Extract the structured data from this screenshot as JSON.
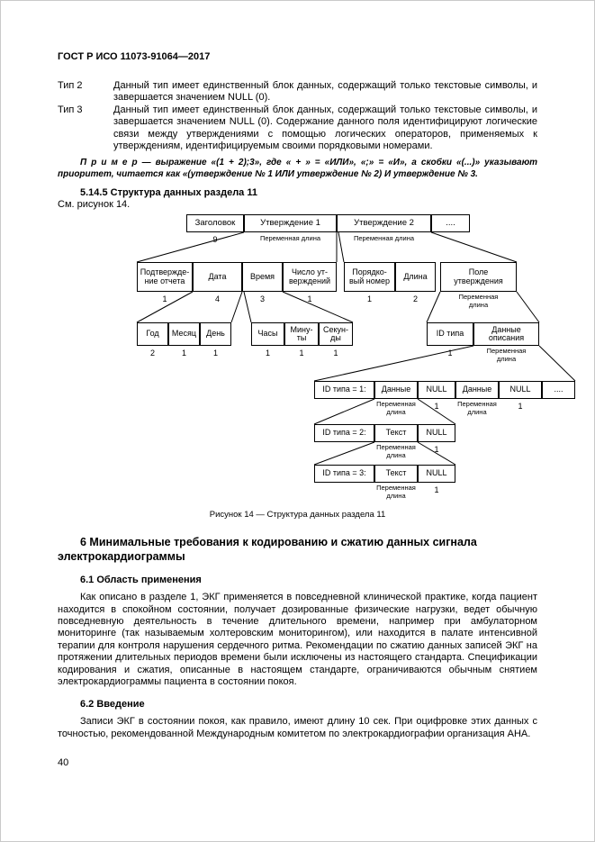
{
  "page": {
    "header": "ГОСТ Р ИСО 11073-91064—2017",
    "page_number": "40"
  },
  "type_defs": [
    {
      "term": "Тип 2",
      "text": "Данный тип имеет единственный блок данных, содержащий только текстовые символы, и завершается значением NULL (0)."
    },
    {
      "term": "Тип 3",
      "text": "Данный тип имеет единственный блок данных, содержащий только текстовые символы, и завершается значением NULL (0). Содержание данного поля идентифицируют логические связи между утверждениями с помощью логических операторов, применяемых к утверждениям, идентифицируемым своими порядковыми номерами."
    }
  ],
  "example": {
    "text": "П р и м е р  —  выражение «(1 + 2);3», где « + » = «ИЛИ», «;» = «И», а скобки «(...)» указывают приоритет, читается как «(утверждение № 1 ИЛИ утверждение № 2) И утверждение № 3."
  },
  "section_5_14_5": {
    "heading": "5.14.5 Структура данных раздела 11",
    "see": "См. рисунок 14."
  },
  "figure": {
    "caption": "Рисунок 14 — Структура данных раздела 11",
    "row1": [
      {
        "label": "Заголовок",
        "sub": "9"
      },
      {
        "label": "Утверждение 1",
        "sub": "Переменная длина"
      },
      {
        "label": "Утверждение 2",
        "sub": "Переменная длина"
      },
      {
        "label": "...."
      }
    ],
    "row2": [
      {
        "label": "Подтвержде-\nние отчета",
        "sub": "1"
      },
      {
        "label": "Дата",
        "sub": "4"
      },
      {
        "label": "Время",
        "sub": "3"
      },
      {
        "label": "Число ут-\nверждений",
        "sub": "1"
      },
      {
        "label": "Порядко-\nвый номер",
        "sub": "1"
      },
      {
        "label": "Длина",
        "sub": "2"
      },
      {
        "label": "Поле\nутверждения",
        "sub": "Переменная\nдлина"
      }
    ],
    "row3": [
      {
        "label": "Год",
        "sub": "2"
      },
      {
        "label": "Месяц",
        "sub": "1"
      },
      {
        "label": "День",
        "sub": "1"
      },
      {
        "label": "Часы",
        "sub": "1"
      },
      {
        "label": "Мину-\nты",
        "sub": "1"
      },
      {
        "label": "Секун-\nды",
        "sub": "1"
      },
      {
        "label": "ID типа",
        "sub": "1"
      },
      {
        "label": "Данные\nописания",
        "sub": "Переменная\nдлина"
      }
    ],
    "id_rows": [
      {
        "label": "ID типа = 1:",
        "cells": [
          {
            "text": "Данные",
            "sub": "Переменная\nдлина"
          },
          {
            "text": "NULL",
            "sub": "1"
          },
          {
            "text": "Данные",
            "sub": "Переменная\nдлина"
          },
          {
            "text": "NULL",
            "sub": "1"
          },
          {
            "text": "...."
          }
        ]
      },
      {
        "label": "ID типа = 2:",
        "cells": [
          {
            "text": "Текст",
            "sub": "Переменная\nдлина"
          },
          {
            "text": "NULL",
            "sub": "1"
          }
        ]
      },
      {
        "label": "ID типа = 3:",
        "cells": [
          {
            "text": "Текст",
            "sub": "Переменная\nдлина"
          },
          {
            "text": "NULL",
            "sub": "1"
          }
        ]
      }
    ]
  },
  "section_6": {
    "heading": "6 Минимальные требования к кодированию и сжатию данных сигнала электрокардиограммы",
    "s61_heading": "6.1 Область применения",
    "s61_text": "Как описано в разделе 1, ЭКГ применяется в повседневной клинической практике, когда пациент находится в спокойном состоянии, получает дозированные физические нагрузки, ведет обычную повседневную деятельность в течение длительного времени, например при амбулаторном мониторинге (так называемым холтеровским мониторингом), или находится в палате интенсивной терапии для контроля нарушения сердечного ритма. Рекомендации по сжатию данных записей ЭКГ на протяжении длительных периодов времени были исключены из настоящего стандарта. Спецификации кодирования и сжатия, описанные в настоящем стандарте, ограничиваются обычным снятием электрокардиограммы пациента в состоянии покоя.",
    "s62_heading": "6.2 Введение",
    "s62_text": "Записи ЭКГ в состоянии покоя, как правило, имеют длину 10 сек. При оцифровке этих данных с точностью, рекомендованной Международным комитетом по электрокардиографии организация АНА."
  }
}
